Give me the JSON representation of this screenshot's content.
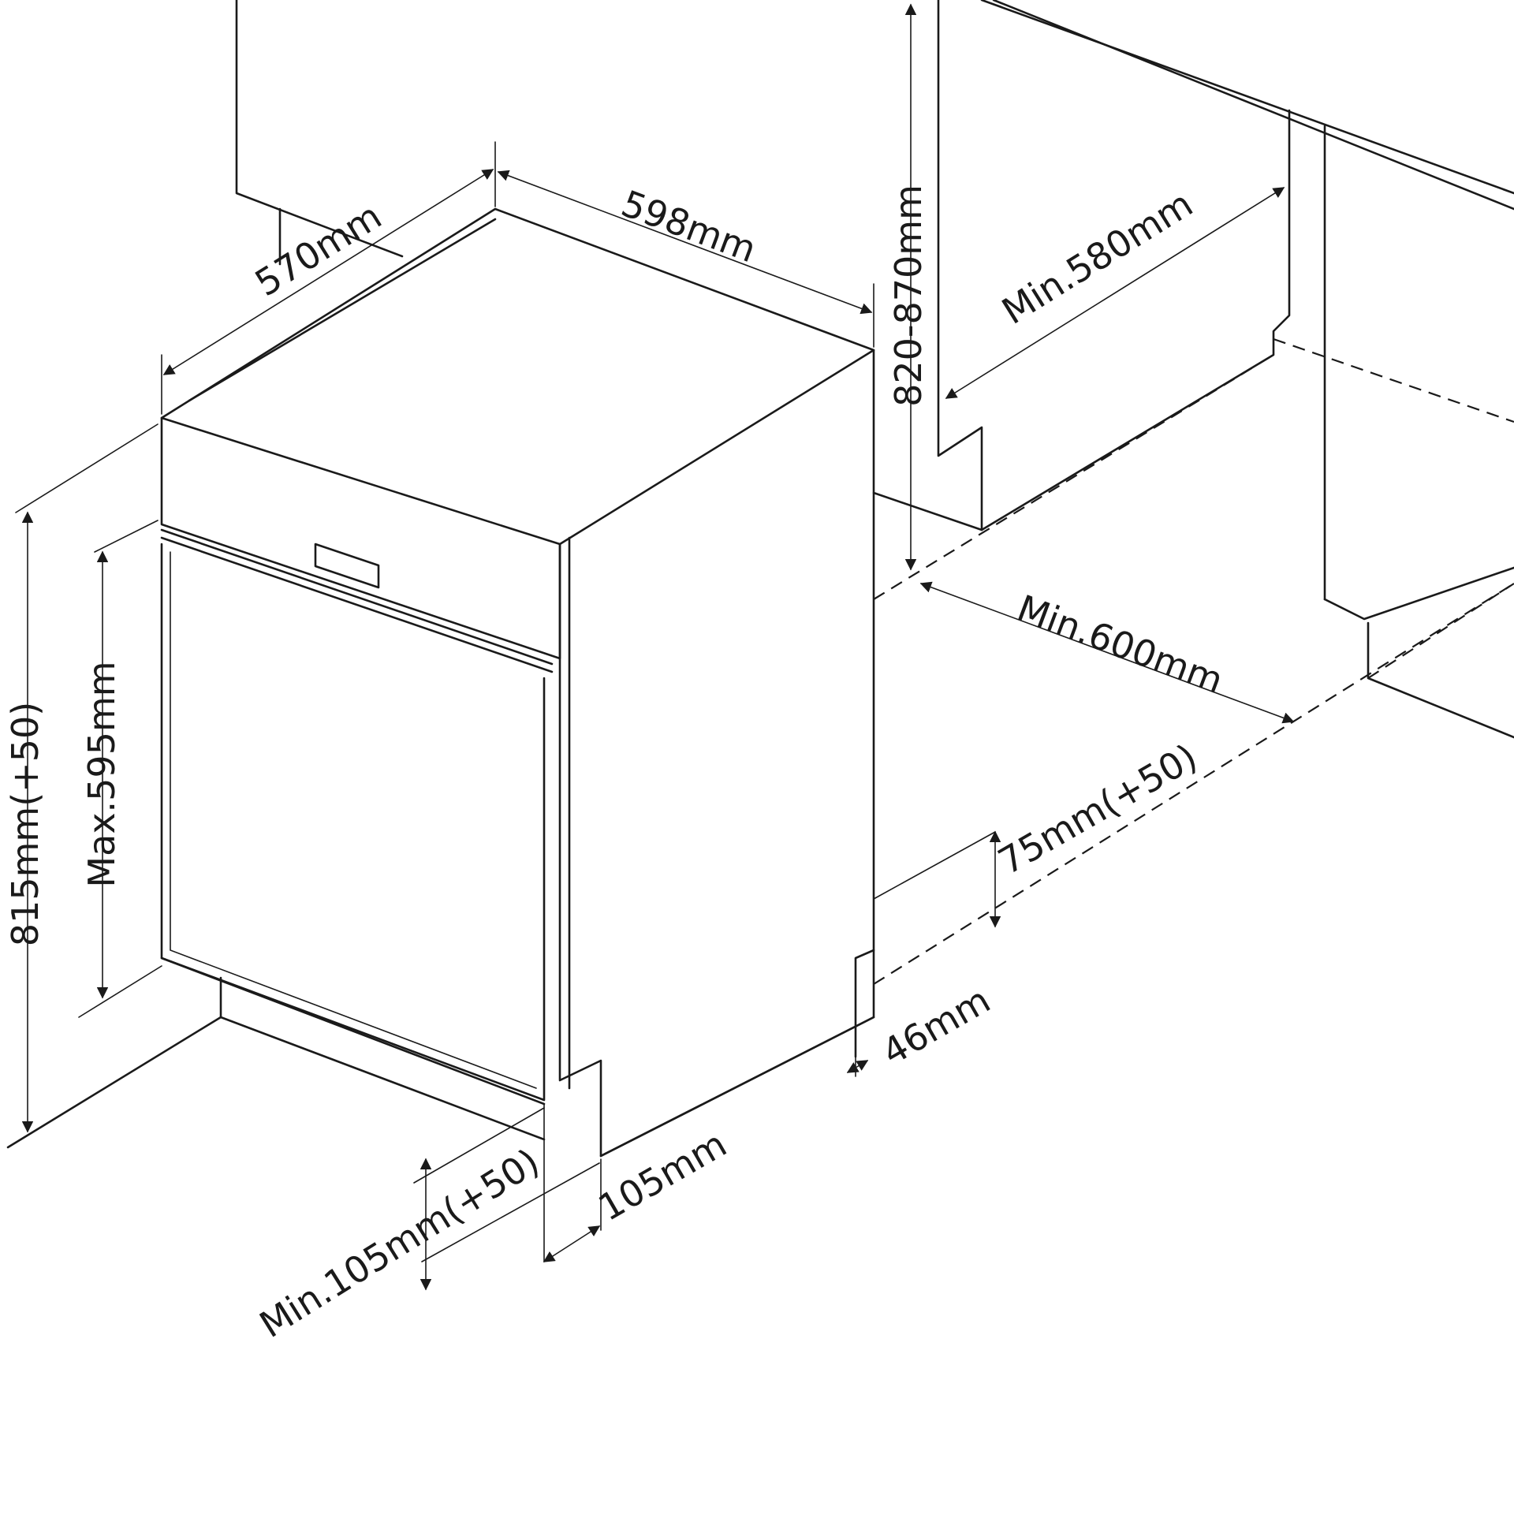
{
  "diagram": {
    "dimensions": {
      "depth": "570mm",
      "width": "598mm",
      "niche_height": "820-870mm",
      "niche_depth": "Min.580mm",
      "niche_width": "Min.600mm",
      "plinth_height_rear": "75mm(+50)",
      "plinth_offset": "46mm",
      "height": "815mm(+50)",
      "door_height": "Max.595mm",
      "plinth_height_front": "Min.105mm(+50)",
      "foot_depth": "105mm"
    }
  }
}
